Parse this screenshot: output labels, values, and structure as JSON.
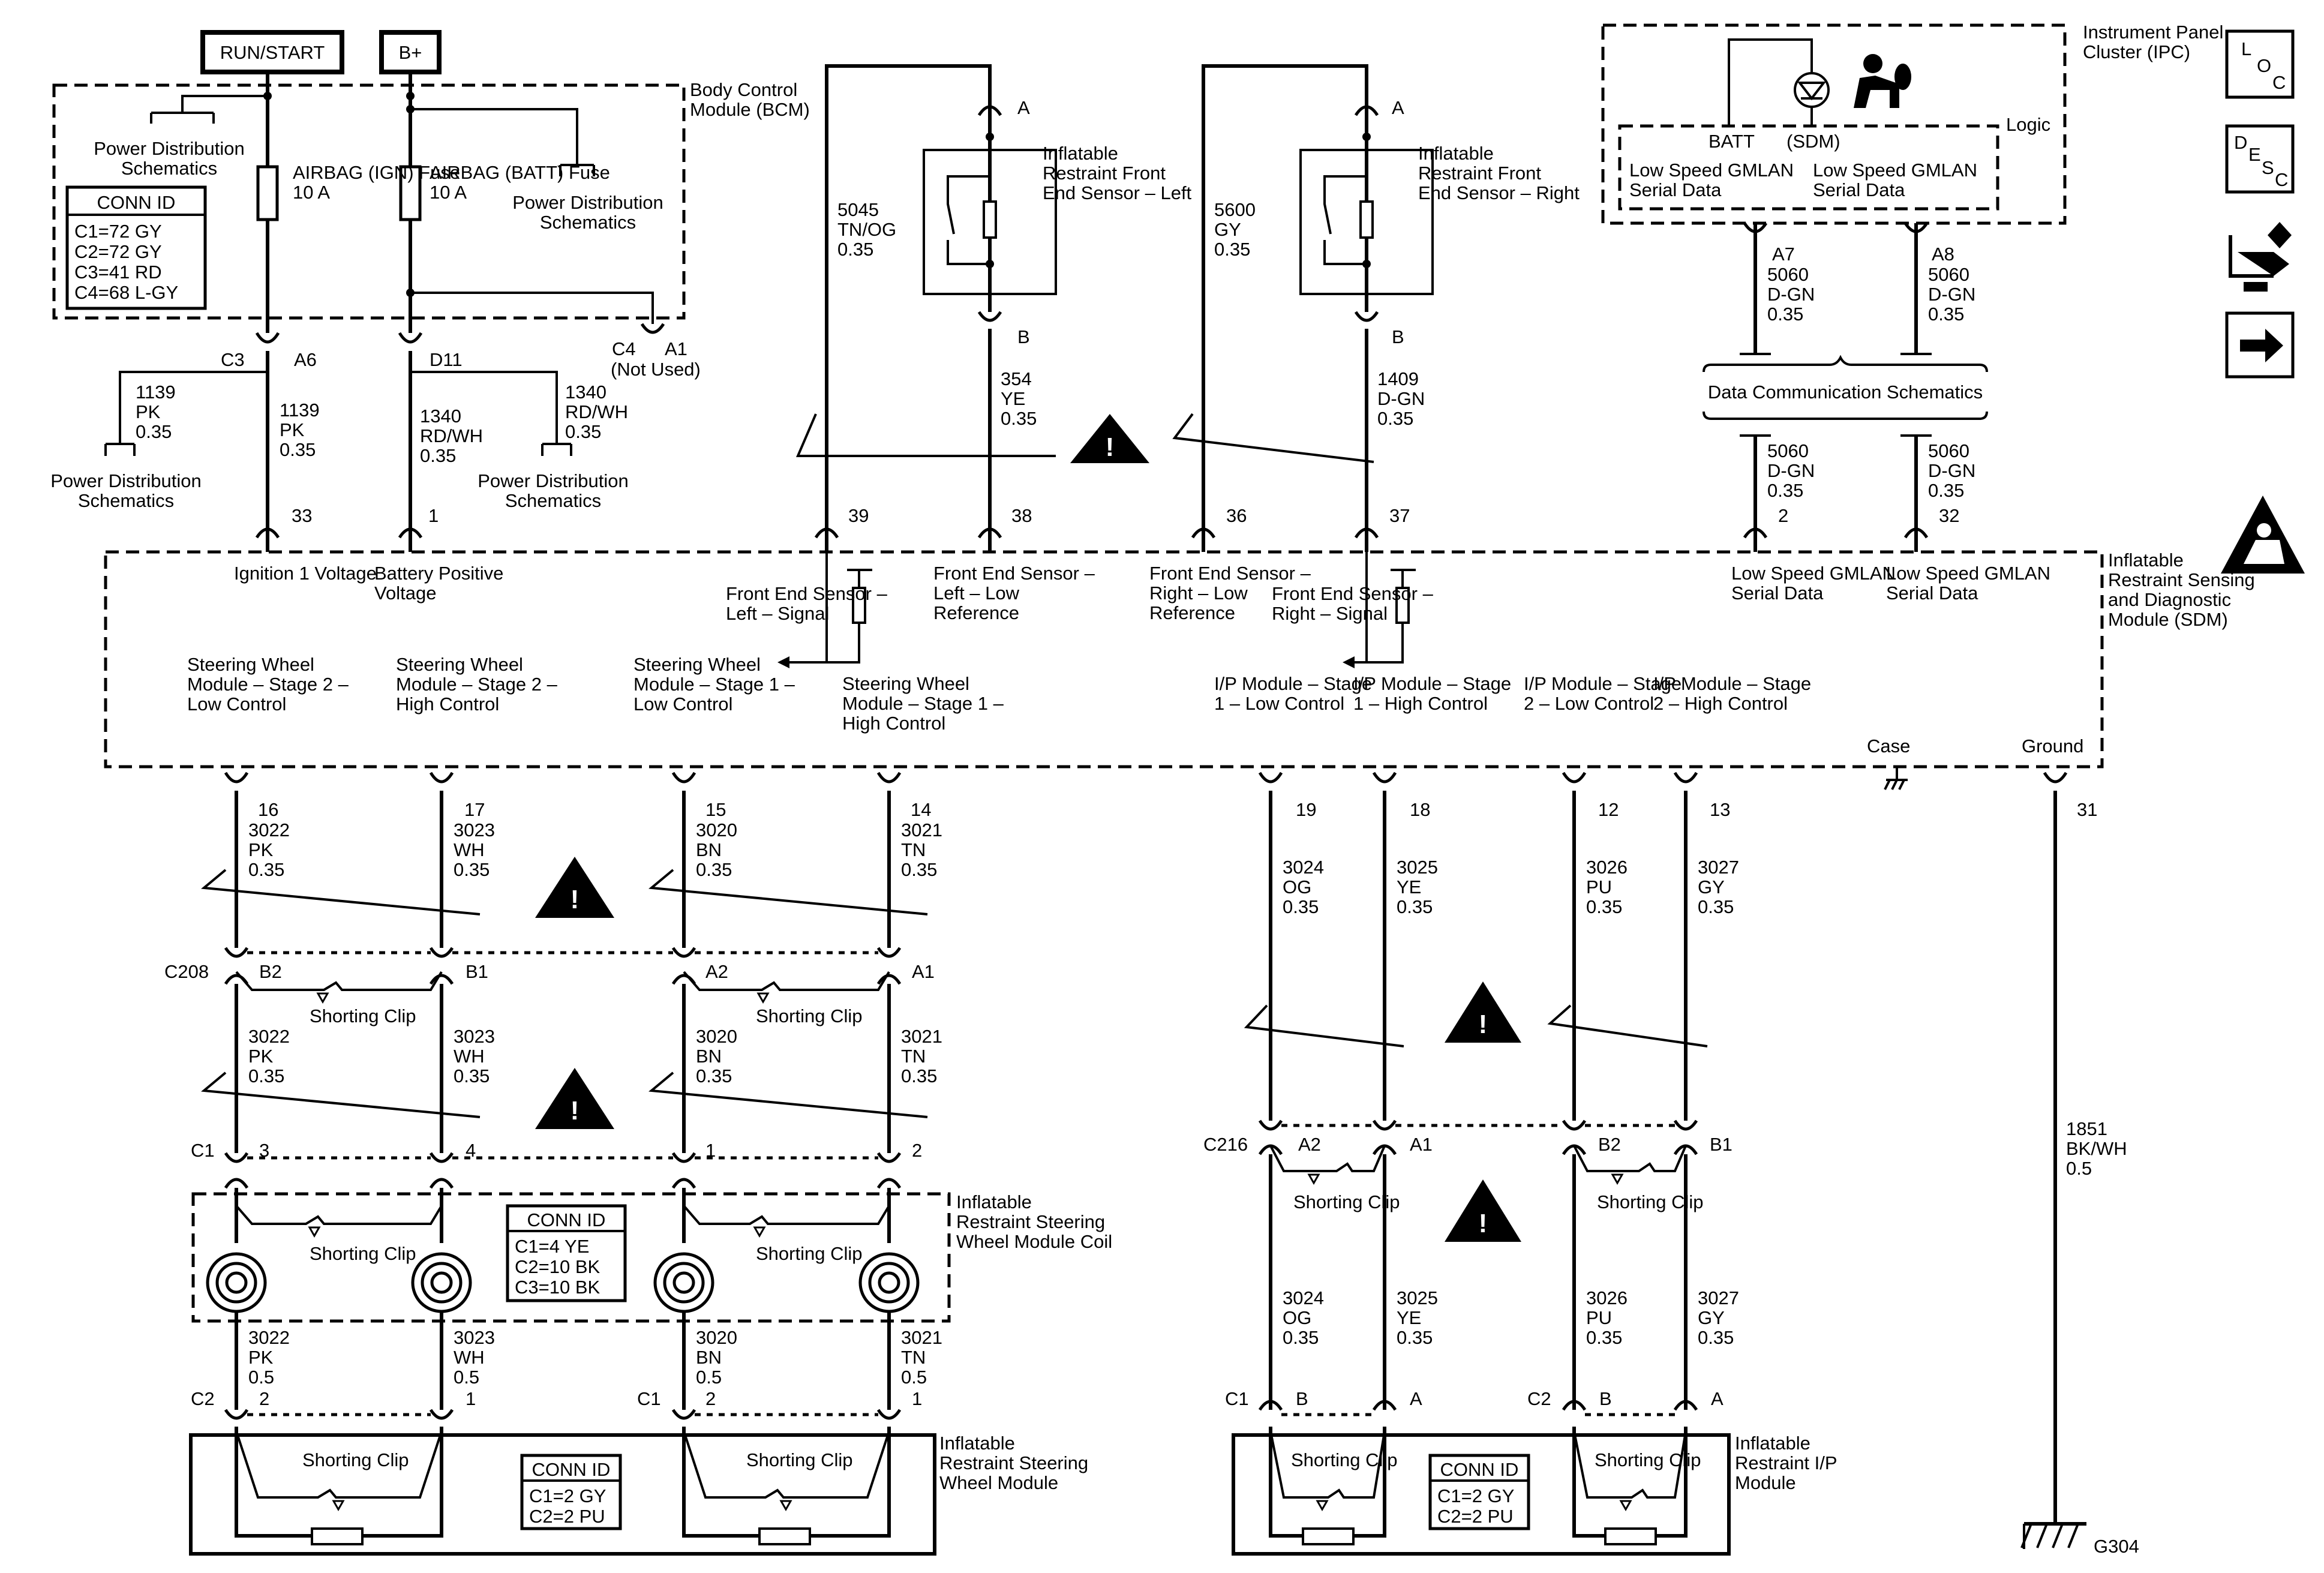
{
  "supply": {
    "run_start": "RUN/START",
    "b_plus": "B+"
  },
  "bcm": {
    "name": "Body Control Module (BCM)",
    "pd_left": "Power Distribution Schematics",
    "pd_right": "Power Distribution Schematics",
    "fuse_ign": "AIRBAG (IGN) Fuse 10 A",
    "fuse_batt": "AIRBAG (BATT) Fuse 10 A",
    "conn_title": "CONN ID",
    "conn": [
      "C1=72 GY",
      "C2=72 GY",
      "C3=41 RD",
      "C4=68 L-GY"
    ],
    "c3": "C3",
    "a6": "A6",
    "d11": "D11",
    "c4": "C4",
    "a1": "A1",
    "not_used": "(Not Used)"
  },
  "bcm_out": {
    "w1139a": "1139 PK 0.35",
    "pd_bl": "Power Distribution Schematics",
    "w1139b": "1139 PK 0.35",
    "w1340a": "1340 RD/WH 0.35",
    "w1340b": "1340 RD/WH 0.35",
    "pd_br": "Power Distribution Schematics"
  },
  "front_left": {
    "name": "Inflatable Restraint Front End Sensor – Left",
    "a": "A",
    "b": "B",
    "w_sig": "5045 TN/OG 0.35",
    "w_ref": "354 YE 0.35"
  },
  "front_right": {
    "name": "Inflatable Restraint Front End Sensor – Right",
    "a": "A",
    "b": "B",
    "w_ref": "5600 GY 0.35",
    "w_sig": "1409 D-GN 0.35"
  },
  "ipc": {
    "name": "Instrument Panel Cluster (IPC)",
    "logic": "Logic",
    "batt": "BATT",
    "sdm": "(SDM)",
    "gm1": "Low Speed GMLAN Serial Data",
    "gm2": "Low Speed GMLAN Serial Data",
    "a7": "A7",
    "a8": "A8",
    "w1": "5060 D-GN 0.35",
    "w2": "5060 D-GN 0.35",
    "dcs": "Data Communication Schematics",
    "w3": "5060 D-GN 0.35",
    "w4": "5060 D-GN 0.35"
  },
  "icons": {
    "loc": "L O C",
    "desc": "D E S C",
    "names": [
      "loc-icon",
      "desc-icon",
      "hand-arrows-icon",
      "arrow-right-icon",
      "airbag-warning-icon"
    ]
  },
  "sdm": {
    "name": "Inflatable Restraint Sensing and Diagnostic Module (SDM)",
    "top_pins": [
      "33",
      "1",
      "39",
      "38",
      "36",
      "37",
      "2",
      "32"
    ],
    "ign": "Ignition 1 Voltage",
    "batt": "Battery Positive Voltage",
    "fl_sig": "Front End Sensor – Left – Signal",
    "fl_ref": "Front End Sensor – Left – Low Reference",
    "fr_ref": "Front End Sensor – Right – Low Reference",
    "fr_sig": "Front End Sensor – Right – Signal",
    "gm_a": "Low Speed GMLAN Serial Data",
    "gm_b": "Low Speed GMLAN Serial Data",
    "sw_s2_low": "Steering Wheel Module – Stage 2 – Low Control",
    "sw_s2_high": "Steering Wheel Module – Stage 2 – High Control",
    "sw_s1_low": "Steering Wheel Module – Stage 1 – Low Control",
    "sw_s1_high": "Steering Wheel Module – Stage 1 – High Control",
    "ip_s1_low": "I/P Module – Stage 1 – Low Control",
    "ip_s1_high": "I/P Module – Stage 1 – High Control",
    "ip_s2_low": "I/P Module – Stage 2 – Low Control",
    "ip_s2_high": "I/P Module – Stage 2 – High Control",
    "case": "Case",
    "ground": "Ground",
    "bottom_pins": [
      "16",
      "17",
      "15",
      "14",
      "19",
      "18",
      "12",
      "13",
      "31"
    ]
  },
  "steering": {
    "w_top": [
      "3022 PK 0.35",
      "3023 WH 0.35",
      "3020 BN 0.35",
      "3021 TN 0.35"
    ],
    "c208": "C208",
    "pins_c208": [
      "B2",
      "B1",
      "A2",
      "A1"
    ],
    "shorting_clip": "Shorting Clip",
    "w_mid": [
      "3022 PK 0.35",
      "3023 WH 0.35",
      "3020 BN 0.35",
      "3021 TN 0.35"
    ],
    "c1": "C1",
    "pins_c1": [
      "3",
      "4",
      "1",
      "2"
    ],
    "coil_name": "Inflatable Restraint Steering Wheel Module Coil",
    "coil_conn_title": "CONN ID",
    "coil_conn": [
      "C1=4 YE",
      "C2=10 BK",
      "C3=10 BK"
    ],
    "w_low": [
      "3022 PK 0.5",
      "3023 WH 0.5",
      "3020 BN 0.5",
      "3021 TN 0.5"
    ],
    "c2": "C2",
    "c1b": "C1",
    "pins_low": [
      "2",
      "1",
      "2",
      "1"
    ],
    "module_name": "Inflatable Restraint Steering Wheel Module",
    "mod_conn_title": "CONN ID",
    "mod_conn": [
      "C1=2 GY",
      "C2=2 PU"
    ]
  },
  "ip": {
    "w_top": [
      "3024 OG 0.35",
      "3025 YE 0.35",
      "3026 PU 0.35",
      "3027 GY 0.35"
    ],
    "c216": "C216",
    "pins_c216": [
      "A2",
      "A1",
      "B2",
      "B1"
    ],
    "shorting_clip": "Shorting Clip",
    "w_low": [
      "3024 OG 0.35",
      "3025 YE 0.35",
      "3026 PU 0.35",
      "3027 GY 0.35"
    ],
    "c1": "C1",
    "c2": "C2",
    "pins_low": [
      "B",
      "A",
      "B",
      "A"
    ],
    "module_name": "Inflatable Restraint I/P Module",
    "conn_title": "CONN ID",
    "conn": [
      "C1=2 GY",
      "C2=2 PU"
    ]
  },
  "ground": {
    "wire": "1851 BK/WH 0.5",
    "name": "G304"
  }
}
